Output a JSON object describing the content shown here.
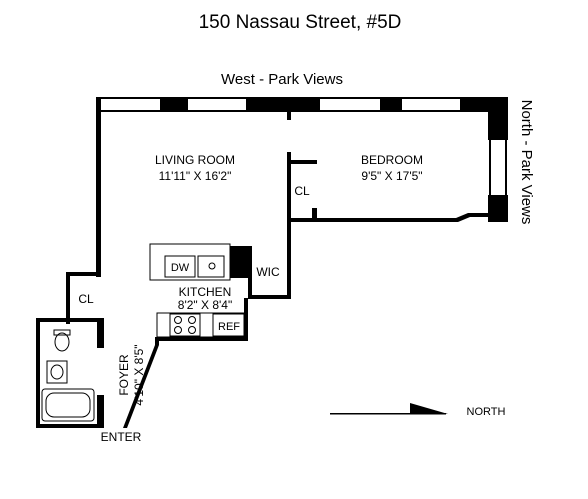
{
  "title": "150 Nassau Street, #5D",
  "views": {
    "west": "West - Park Views",
    "north": "North - Park Views"
  },
  "rooms": {
    "living_room": {
      "name": "LIVING ROOM",
      "dims": "11'11\" X 16'2\""
    },
    "bedroom": {
      "name": "BEDROOM",
      "dims": "9'5\" X 17'5\""
    },
    "kitchen": {
      "name": "KITCHEN",
      "dims": "8'2\" X 8'4\""
    },
    "foyer": {
      "name": "FOYER",
      "dims": "4'10\" X 8'5\""
    }
  },
  "labels": {
    "closet_bedroom": "CL",
    "closet_foyer": "CL",
    "wic": "WIC",
    "dishwasher": "DW",
    "refrigerator": "REF",
    "enter": "ENTER",
    "north": "NORTH"
  }
}
